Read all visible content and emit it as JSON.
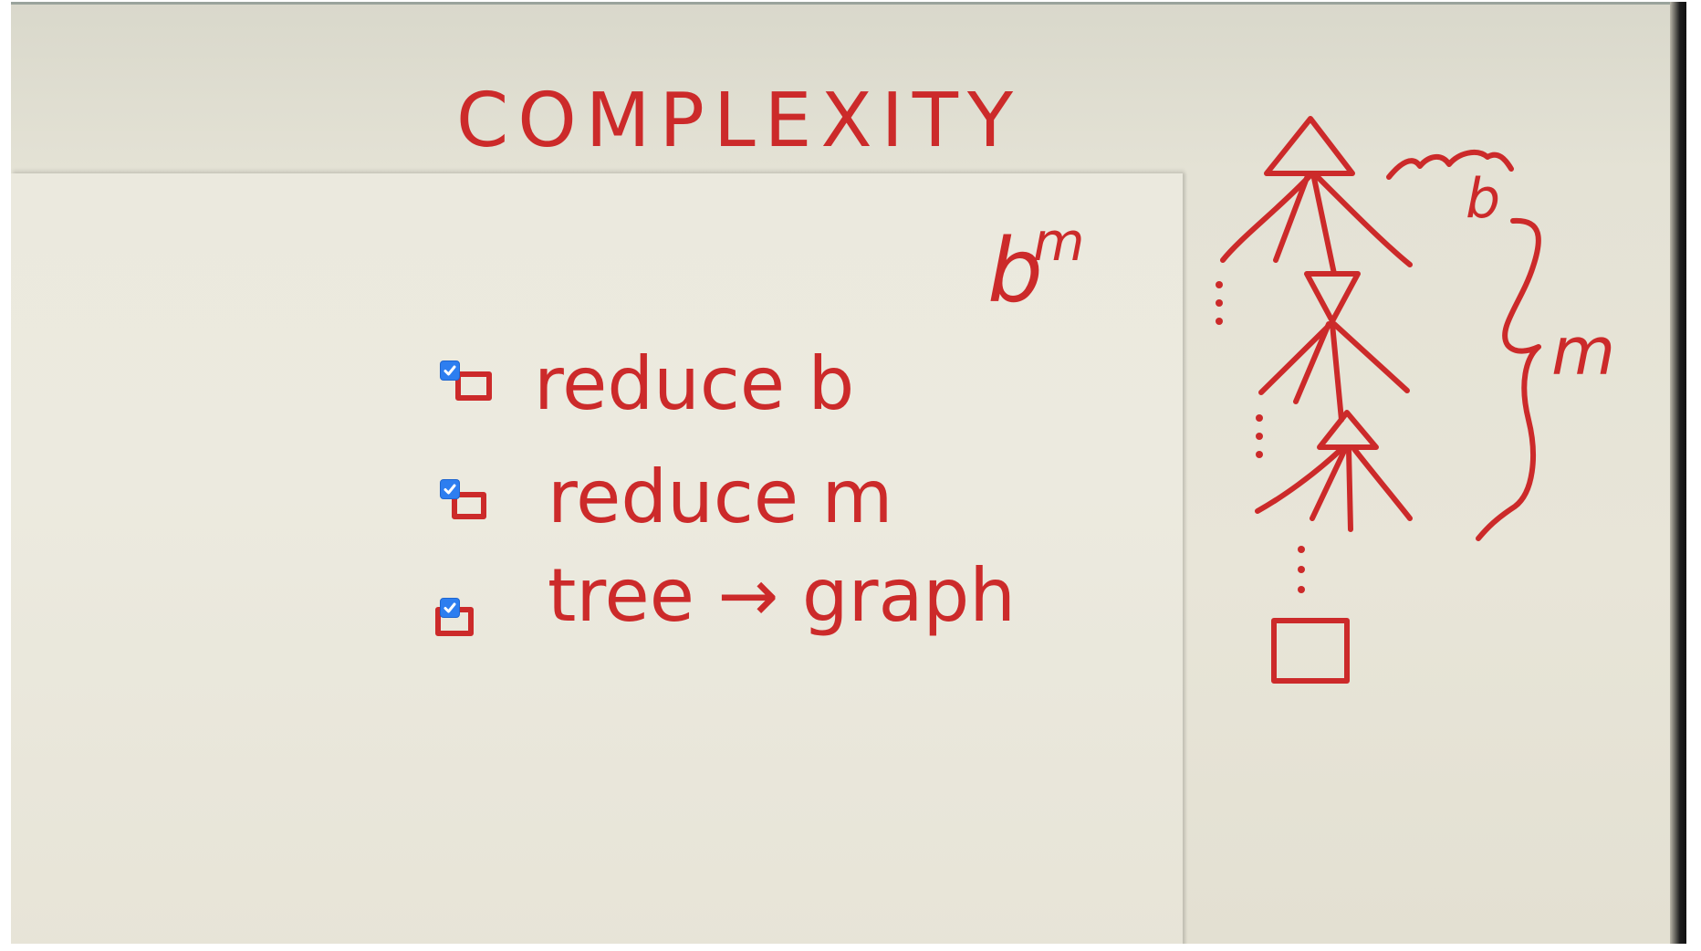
{
  "board": {
    "title": "COMPLEXITY",
    "formula": {
      "base": "b",
      "exponent": "m"
    },
    "todo_items": [
      {
        "label": "reduce b",
        "checked": true
      },
      {
        "label": "reduce m",
        "checked": true
      },
      {
        "label": "tree → graph",
        "checked": true
      }
    ],
    "tree_labels": {
      "branching": "b",
      "depth": "m"
    }
  },
  "colors": {
    "ink": "#cc2a2a",
    "checkbox": "#2d7ef0"
  },
  "icons": [
    "checkbox-checked-icon",
    "tree-diagram-icon"
  ]
}
